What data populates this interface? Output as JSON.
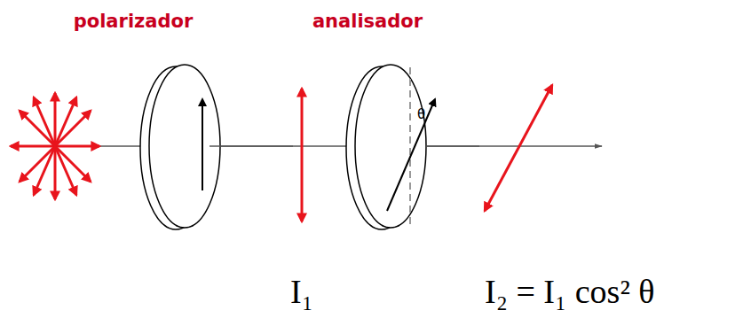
{
  "diagram": {
    "labels": [
      "polarizador",
      "analisador",
      "θ",
      "I₁",
      "I₂ = I₁ cos² θ"
    ]
  }
}
